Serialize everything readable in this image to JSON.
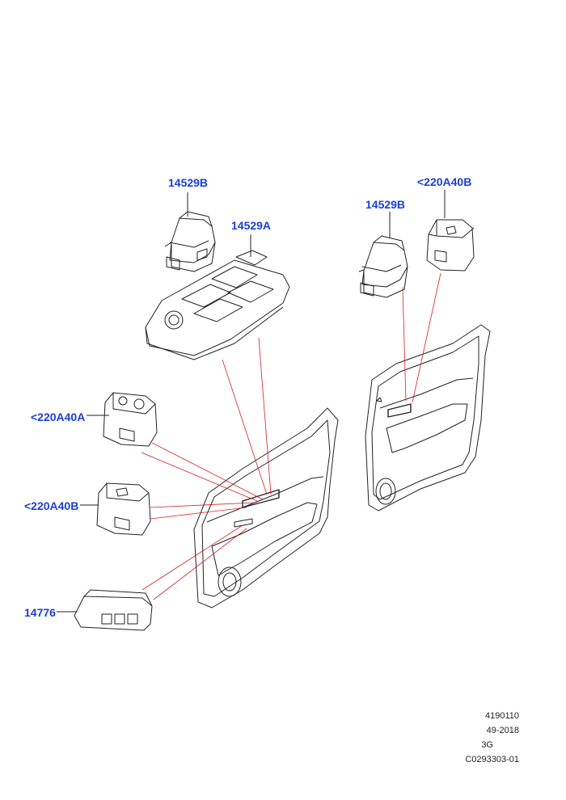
{
  "callouts": {
    "c1": "14529B",
    "c2": "14529A",
    "c3": "14529B",
    "c4": "<220A40B",
    "c5": "<220A40A",
    "c6": "<220A40B",
    "c7": "14776"
  },
  "footer": {
    "line1": "4190110",
    "line2": "49-2018",
    "line3": "3G",
    "line4": "C0293303-01"
  },
  "colors": {
    "callout": "#1a3fd6",
    "leader_line": "#d62020",
    "outline": "#222222"
  }
}
